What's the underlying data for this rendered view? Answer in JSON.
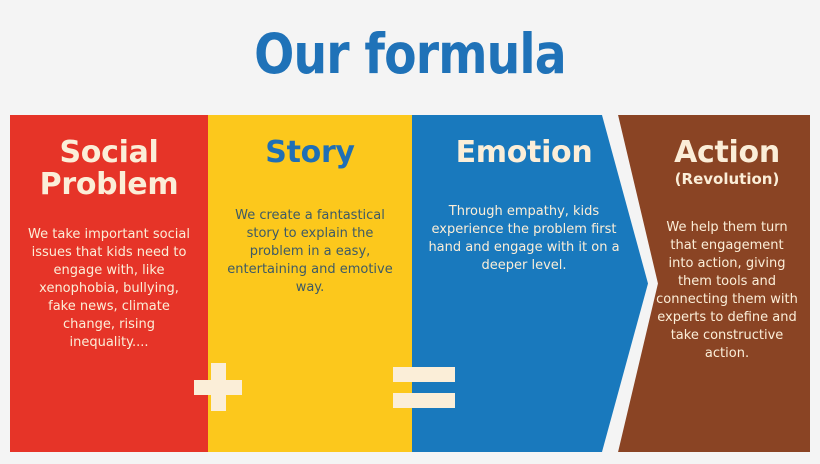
{
  "page": {
    "title": "Our formula",
    "background_color": "#f4f4f4",
    "title_color": "#1f72b8"
  },
  "operators": [
    {
      "name": "plus-operator",
      "symbol": "+",
      "color": "#fbeed8",
      "between": [
        "Social Problem",
        "Story"
      ]
    },
    {
      "name": "equals-operator",
      "symbol": "=",
      "color": "#fbeed8",
      "between": [
        "Story",
        "Emotion"
      ]
    }
  ],
  "panels": [
    {
      "id": "social",
      "heading": "Social Problem",
      "subheading": "",
      "body": "We take important social issues that kids need to engage with, like xenophobia, bullying, fake news, climate change, rising inequality....",
      "background_color": "#e63428",
      "heading_color": "#fbeed8",
      "body_color": "#fbeed8",
      "shape": "rectangle"
    },
    {
      "id": "story",
      "heading": "Story",
      "subheading": "",
      "body": "We create a fantastical story to explain the problem in a easy, entertaining and emotive way.",
      "background_color": "#fcc81c",
      "heading_color": "#1f6fb5",
      "body_color": "#3d5a66",
      "shape": "rectangle"
    },
    {
      "id": "emotion",
      "heading": "Emotion",
      "subheading": "",
      "body": "Through empathy, kids experience the problem first hand and engage with  it on a deeper level.",
      "background_color": "#1979bd",
      "heading_color": "#fbeed8",
      "body_color": "#fbeed8",
      "shape": "chevron-point-right"
    },
    {
      "id": "action",
      "heading": "Action",
      "subheading": "(Revolution)",
      "body": "We help them turn that engagement  into action, giving them tools and connecting them with experts to define and take constructive action.",
      "background_color": "#8a4424",
      "heading_color": "#fbeed8",
      "body_color": "#fbeed8",
      "shape": "chevron-notch-left"
    }
  ]
}
